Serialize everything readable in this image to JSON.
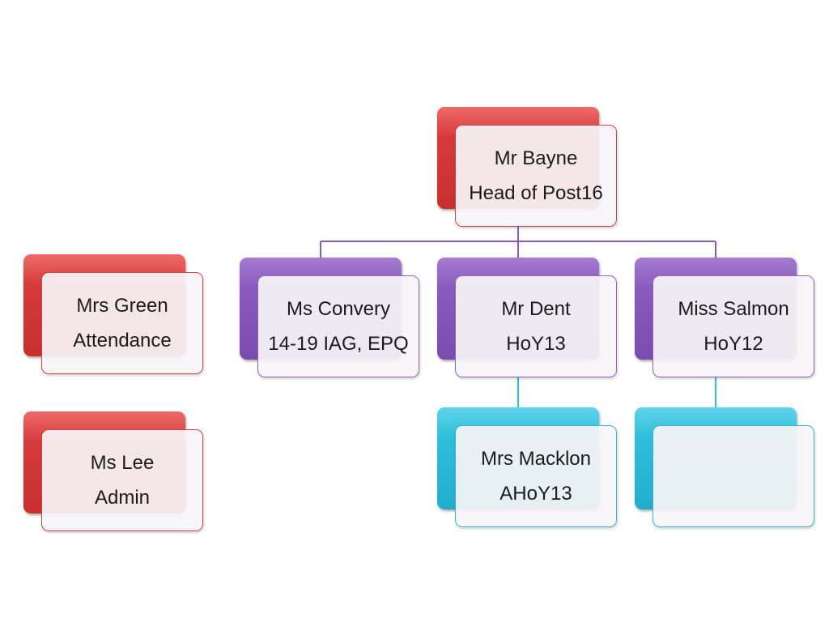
{
  "colors": {
    "red": "#d63a3a",
    "purple": "#8a5bbf",
    "cyan": "#2fbedb",
    "connector_purple": "#8a5bbf",
    "connector_cyan": "#2fbedb"
  },
  "nodes": {
    "head": {
      "name": "Mr Bayne",
      "role": "Head of Post16"
    },
    "green": {
      "name": "Mrs Green",
      "role": "Attendance"
    },
    "lee": {
      "name": "Ms Lee",
      "role": "Admin"
    },
    "convery": {
      "name": "Ms Convery",
      "role": "14-19 IAG, EPQ"
    },
    "dent": {
      "name": "Mr Dent",
      "role": "HoY13"
    },
    "salmon": {
      "name": "Miss Salmon",
      "role": "HoY12"
    },
    "macklon": {
      "name": "Mrs Macklon",
      "role": "AHoY13"
    },
    "empty": {
      "name": "",
      "role": ""
    }
  }
}
